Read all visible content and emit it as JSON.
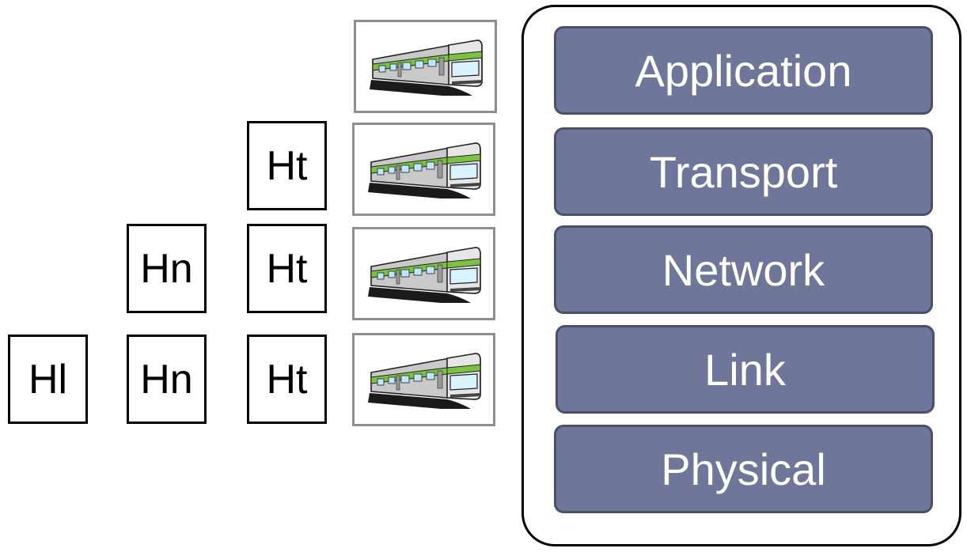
{
  "headers": {
    "transport": "Ht",
    "network": "Hn",
    "link": "Hl"
  },
  "train_icon": "train-icon",
  "layers": [
    "Application",
    "Transport",
    "Network",
    "Link",
    "Physical"
  ],
  "colors": {
    "layer_fill": "#6e7699",
    "layer_border": "#4a4f6a",
    "train_green": "#7cc242",
    "frame_gray": "#8e8e8e"
  }
}
